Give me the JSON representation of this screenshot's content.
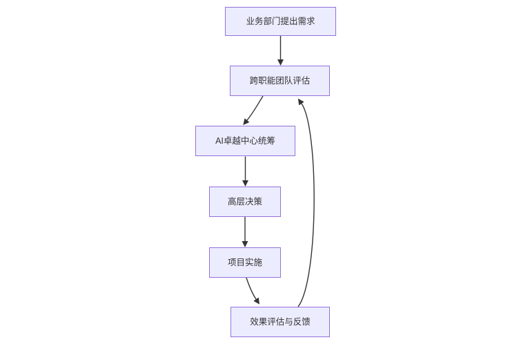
{
  "diagram": {
    "type": "flowchart",
    "direction": "top-down",
    "nodes": [
      {
        "id": "A",
        "label": "业务部门提出需求"
      },
      {
        "id": "B",
        "label": "跨职能团队评估"
      },
      {
        "id": "C",
        "label": "AI卓越中心统筹"
      },
      {
        "id": "D",
        "label": "高层决策"
      },
      {
        "id": "E",
        "label": "项目实施"
      },
      {
        "id": "F",
        "label": "效果评估与反馈"
      }
    ],
    "edges": [
      {
        "from": "A",
        "to": "B"
      },
      {
        "from": "B",
        "to": "C"
      },
      {
        "from": "C",
        "to": "D"
      },
      {
        "from": "D",
        "to": "E"
      },
      {
        "from": "E",
        "to": "F"
      },
      {
        "from": "F",
        "to": "B"
      }
    ],
    "theme": {
      "node_fill": "#ECECFF",
      "node_stroke": "#9370DB",
      "edge_color": "#333333",
      "text_color": "#333333",
      "background": "#FFFFFF"
    }
  }
}
